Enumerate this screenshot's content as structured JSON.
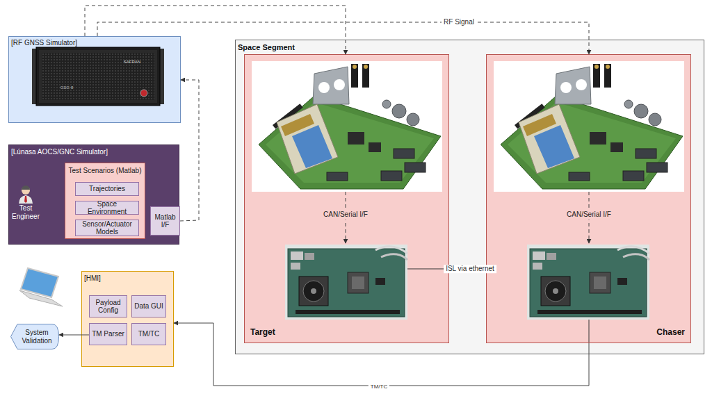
{
  "diagram": {
    "nodes": [
      {
        "text": [
          "[RF GNSS Simulator]"
        ]
      },
      {
        "text": [
          "[Lúnasa AOCS/GNC Simulator]"
        ]
      },
      {
        "text": [
          "Test Scenarios (Matlab)"
        ],
        "in": 1
      },
      {
        "text": [
          "Trajectories"
        ],
        "in": 2
      },
      {
        "text": [
          "Space Environment"
        ],
        "in": 2
      },
      {
        "text": [
          "Sensor/Actuator Models"
        ],
        "in": 2
      },
      {
        "text": [
          "Matlab I/F"
        ],
        "in": 1
      },
      {
        "text": [
          "[HMI]"
        ]
      },
      {
        "text": [
          "Payload Config"
        ],
        "in": 7
      },
      {
        "text": [
          "Data GUI"
        ],
        "in": 7
      },
      {
        "text": [
          "TM Parser"
        ],
        "in": 7
      },
      {
        "text": [
          "TM/TC"
        ],
        "in": 7
      },
      {
        "text": [
          "System Validation"
        ]
      },
      {
        "text": [
          "Space Segment"
        ]
      },
      {
        "text": [
          "Target"
        ],
        "in": 13
      },
      {
        "text": [
          "Chaser"
        ],
        "in": 13
      }
    ],
    "edges": [
      {
        "from": 6,
        "to": 0,
        "arrow": "to"
      },
      {
        "from": 0,
        "to": 14,
        "arrow": "to"
      },
      {
        "from": 0,
        "to": 15,
        "label": "RF Signal",
        "arrow": "to"
      },
      {
        "from": 14,
        "to": 15,
        "label": "ISL via ethernet",
        "arrow": "to"
      },
      {
        "from": 15,
        "to": 7,
        "label": "TM/TC",
        "arrow": "to"
      },
      {
        "from": 10,
        "to": 12,
        "arrow": "to"
      }
    ],
    "labels": [
      "SAFRAN",
      "GSG-8",
      "Test Engineer",
      "CAN/Serial I/F",
      "CAN/Serial I/F"
    ]
  }
}
